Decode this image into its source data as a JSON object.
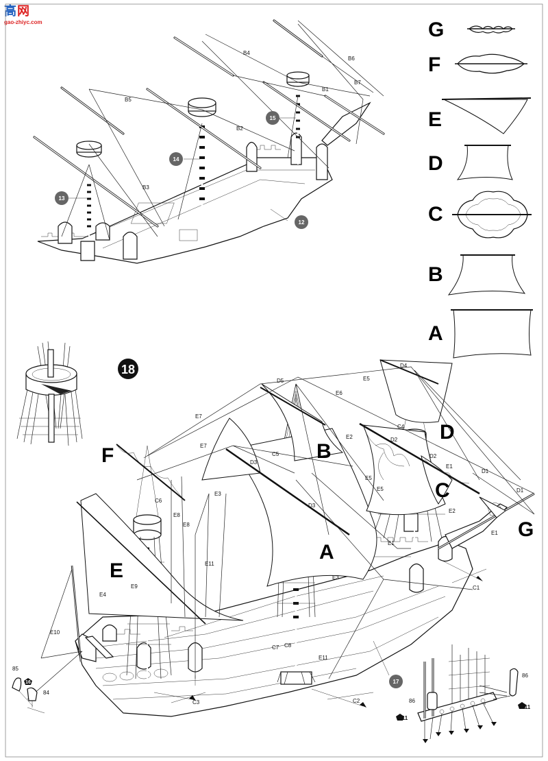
{
  "logo": {
    "text_main": "高",
    "text_sub": "网",
    "url": "gao-zhiyc.com"
  },
  "top_diagram": {
    "rigging_labels": [
      "B1",
      "B2",
      "B3",
      "B4",
      "B5",
      "B6",
      "B7"
    ],
    "callouts": [
      "12",
      "13",
      "14",
      "15"
    ]
  },
  "sail_legend": [
    {
      "letter": "G"
    },
    {
      "letter": "F"
    },
    {
      "letter": "E"
    },
    {
      "letter": "D"
    },
    {
      "letter": "C"
    },
    {
      "letter": "B"
    },
    {
      "letter": "A"
    }
  ],
  "step": {
    "number": "18"
  },
  "bottom_diagram": {
    "sail_letters": [
      "F",
      "E",
      "B",
      "A",
      "D",
      "C",
      "G"
    ],
    "rigging_labels": [
      "D5",
      "E6",
      "E5",
      "D4",
      "E7",
      "E7",
      "C5",
      "D3",
      "E2",
      "C4",
      "D2",
      "D2",
      "E1",
      "D1",
      "D1",
      "E3",
      "C6",
      "E8",
      "E8",
      "D3",
      "E5",
      "E5",
      "E2",
      "E1",
      "E1",
      "E11",
      "E3",
      "C1",
      "E9",
      "E4",
      "E10",
      "C7",
      "C8",
      "E11",
      "C2",
      "C3"
    ],
    "callouts": [
      "17",
      "16",
      "85",
      "84",
      "86",
      "86",
      "11",
      "11"
    ]
  }
}
